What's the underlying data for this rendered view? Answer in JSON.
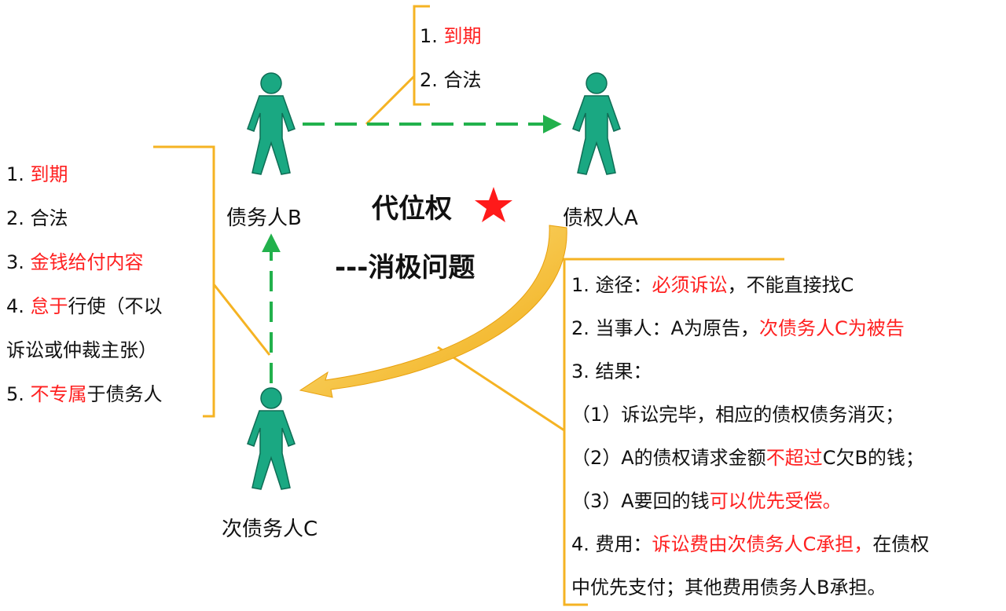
{
  "diagram": {
    "title": "代位权",
    "subtitle": "---消极问题",
    "star_color": "#ff1a1a",
    "colors": {
      "person": "#1aa882",
      "person_outline": "#0f6d55",
      "arrow_dashed": "#22b14c",
      "bracket": "#f5b323",
      "curved_arrow": "#f2b51c",
      "highlight": "#ff2020"
    },
    "nodes": {
      "debtor_b": {
        "label": "债务人B",
        "icon": "person-icon"
      },
      "creditor_a": {
        "label": "债权人A",
        "icon": "person-icon"
      },
      "sub_debtor_c": {
        "label": "次债务人C",
        "icon": "person-icon"
      }
    },
    "debt_conditions": {
      "items": [
        [
          {
            "t": "1. "
          },
          {
            "t": "到期",
            "red": true
          }
        ],
        [
          {
            "t": "2. 合法"
          }
        ]
      ]
    },
    "exercise_conditions": {
      "items": [
        [
          {
            "t": "1. "
          },
          {
            "t": "到期",
            "red": true
          }
        ],
        [
          {
            "t": "2. 合法"
          }
        ],
        [
          {
            "t": "3. "
          },
          {
            "t": "金钱给付内容",
            "red": true
          }
        ],
        [
          {
            "t": "4. "
          },
          {
            "t": "怠于",
            "red": true
          },
          {
            "t": "行使（不以"
          }
        ],
        [
          {
            "t": "诉讼或仲裁主张）"
          }
        ],
        [
          {
            "t": "5. "
          },
          {
            "t": "不专属",
            "red": true
          },
          {
            "t": "于债务人"
          }
        ]
      ]
    },
    "results": {
      "items": [
        [
          {
            "t": "1. 途径："
          },
          {
            "t": "必须诉讼",
            "red": true
          },
          {
            "t": "，不能直接找C"
          }
        ],
        [
          {
            "t": "2. 当事人：A为原告，"
          },
          {
            "t": "次债务人C为被告",
            "red": true
          }
        ],
        [
          {
            "t": "3. 结果："
          }
        ],
        [
          {
            "t": "（1）诉讼完毕，相应的债权债务消灭；"
          }
        ],
        [
          {
            "t": "（2）A的债权请求金额"
          },
          {
            "t": "不超过",
            "red": true
          },
          {
            "t": "C欠B的钱；"
          }
        ],
        [
          {
            "t": "（3）A要回的钱"
          },
          {
            "t": "可以优先受偿。",
            "red": true
          }
        ],
        [
          {
            "t": "4. 费用："
          },
          {
            "t": "诉讼费由次债务人C承担，",
            "red": true
          },
          {
            "t": "在债权"
          }
        ],
        [
          {
            "t": "中优先支付；其他费用债务人B承担。"
          }
        ]
      ]
    }
  }
}
